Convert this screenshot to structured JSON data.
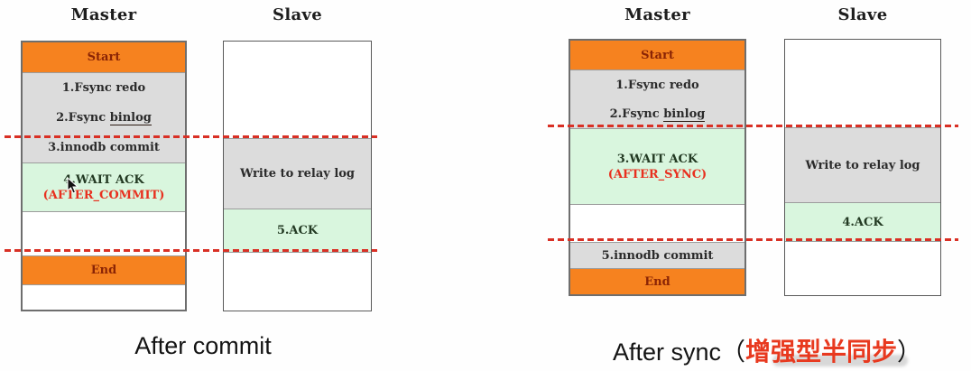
{
  "icons": {
    "cursor": "mouse-pointer"
  },
  "colors": {
    "section_orange": "#f6821f",
    "section_gray": "#dcdcdc",
    "section_green": "#d9f6de",
    "dashed_line_red": "#d93025",
    "highlight_red_text": "#e8301f",
    "caption_red": "#e8391f"
  },
  "left": {
    "caption": "After commit",
    "master": {
      "title": "Master",
      "start": "Start",
      "step1": "1.Fsync redo",
      "step2_prefix": "2.Fsync ",
      "step2_word": "binlog",
      "step3": "3.innodb commit",
      "wait_ack": "4.WAIT ACK",
      "wait_ack_mode": "(AFTER_COMMIT)",
      "end": "End"
    },
    "slave": {
      "title": "Slave",
      "relay": "Write to relay log",
      "ack": "5.ACK"
    }
  },
  "right": {
    "caption_prefix": "After sync（",
    "caption_highlight": "增强型半同步",
    "caption_suffix": "）",
    "master": {
      "title": "Master",
      "start": "Start",
      "step1": "1.Fsync redo",
      "step2_prefix": "2.Fsync ",
      "step2_word": "binlog",
      "wait_ack": "3.WAIT ACK",
      "wait_ack_mode": "(AFTER_SYNC)",
      "step5": "5.innodb commit",
      "end": "End"
    },
    "slave": {
      "title": "Slave",
      "relay": "Write to relay log",
      "ack": "4.ACK"
    }
  }
}
